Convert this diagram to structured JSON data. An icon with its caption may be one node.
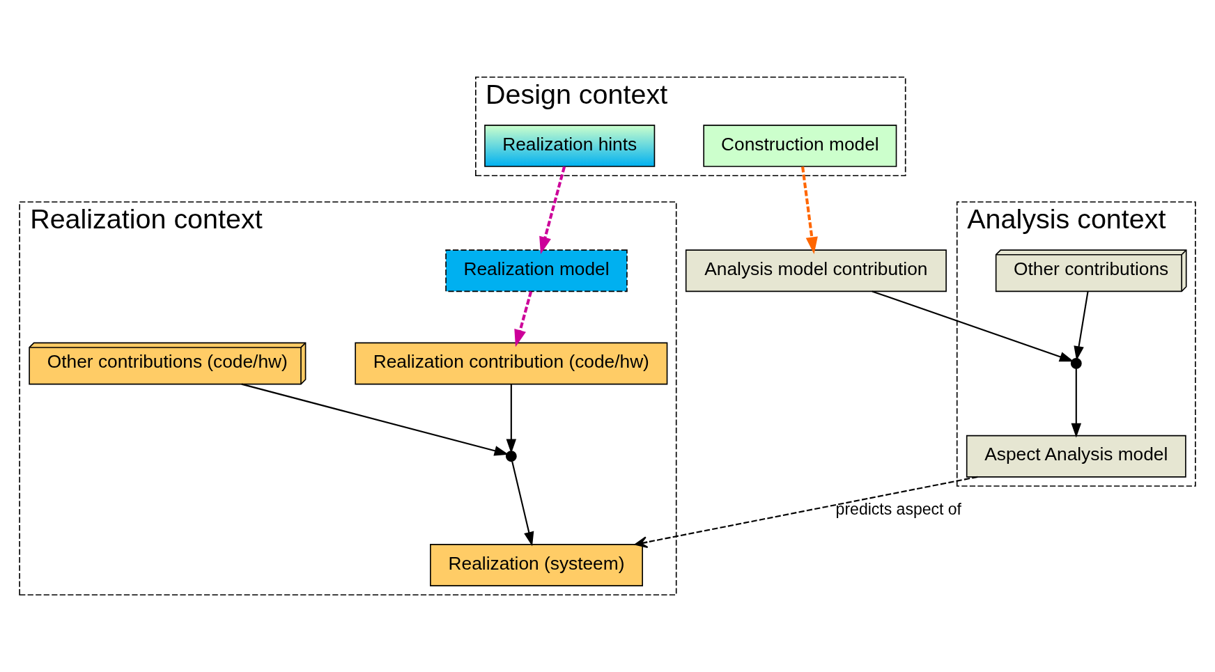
{
  "diagram": {
    "nodes": [
      {
        "text": [
          "Design context"
        ]
      },
      {
        "text": [
          "Construction model"
        ],
        "in": 0
      },
      {
        "text": [
          "Realization hints"
        ],
        "in": 0
      },
      {
        "text": [
          "Analysis context"
        ]
      },
      {
        "text": [
          "Analysis model contribution"
        ]
      },
      {
        "text": [
          "Other contributions"
        ],
        "in": 3
      },
      {
        "text": [],
        "shape": "circle",
        "in": 3
      },
      {
        "text": [
          "Aspect Analysis model"
        ],
        "in": 3
      },
      {
        "text": [
          "Realization context"
        ]
      },
      {
        "text": [
          "Realization model"
        ],
        "in": 8
      },
      {
        "text": [
          "Realization contribution (code/hw)"
        ],
        "in": 8
      },
      {
        "text": [
          "Other contributions (code/hw)"
        ],
        "in": 8
      },
      {
        "text": [],
        "shape": "circle",
        "in": 8
      },
      {
        "text": [
          "Realization (systeem)"
        ],
        "in": 8
      }
    ],
    "edges": [
      {
        "from": 1,
        "to": 4,
        "arrow": "to",
        "style": "dashed",
        "color": "#ff6600"
      },
      {
        "from": 2,
        "to": 9,
        "arrow": "to",
        "style": "dashed",
        "color": "#cc0099"
      },
      {
        "from": 9,
        "to": 10,
        "arrow": "to",
        "style": "dashed",
        "color": "#cc0099"
      },
      {
        "from": 4,
        "to": 6,
        "arrow": "to"
      },
      {
        "from": 5,
        "to": 6,
        "arrow": "to"
      },
      {
        "from": 6,
        "to": 7,
        "arrow": "to"
      },
      {
        "from": 7,
        "to": 13,
        "arrow": "to",
        "style": "dashed",
        "label": "predicts aspect of"
      },
      {
        "from": 10,
        "to": 12,
        "arrow": "to"
      },
      {
        "from": 11,
        "to": 12,
        "arrow": "to"
      },
      {
        "from": 12,
        "to": 13,
        "arrow": "to"
      }
    ]
  }
}
